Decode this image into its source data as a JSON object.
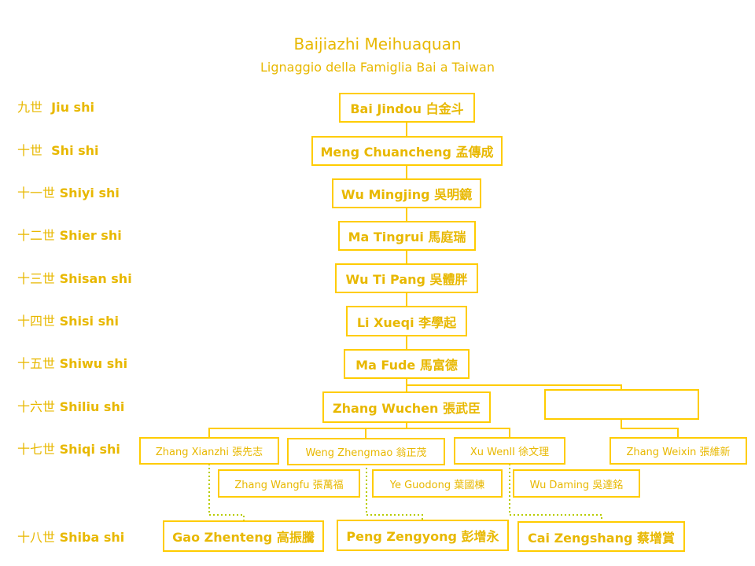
{
  "title": "Baijiazhi Meihuaquan",
  "subtitle": "Lignaggio della Famiglia Bai a Taiwan",
  "colors": {
    "line": "#ffcc00",
    "text": "#e8b800"
  },
  "generations": [
    {
      "zh": "九世",
      "en": "Jiu shi"
    },
    {
      "zh": "十世",
      "en": "Shi shi"
    },
    {
      "zh": "十一世",
      "en": "Shiyi shi"
    },
    {
      "zh": "十二世",
      "en": "Shier shi"
    },
    {
      "zh": "十三世",
      "en": "Shisan shi"
    },
    {
      "zh": "十四世",
      "en": "Shisi shi"
    },
    {
      "zh": "十五世",
      "en": "Shiwu shi"
    },
    {
      "zh": "十六世",
      "en": "Shiliu shi"
    },
    {
      "zh": "十七世",
      "en": "Shiqi shi"
    },
    {
      "zh": "十八世",
      "en": "Shiba shi"
    }
  ],
  "nodes": {
    "bai_jindou": "Bai Jindou 白金斗",
    "meng_chuancheng": "Meng Chuancheng 孟傳成",
    "wu_mingjing": "Wu Mingjing 吳明鏡",
    "ma_tingrui": "Ma Tingrui 馬庭瑞",
    "wu_ti_pang": "Wu Ti Pang 吳體胖",
    "li_xueqi": "Li Xueqi 李學起",
    "ma_fude": "Ma Fude 馬富德",
    "zhang_wuchen": "Zhang Wuchen 張武臣",
    "blank": "",
    "zhang_xianzhi": "Zhang Xianzhi 張先志",
    "weng_zhengmao": "Weng Zhengmao 翁正茂",
    "xu_wenli": "Xu WenlI 徐文理",
    "zhang_weixin": "Zhang Weixin 張維新",
    "zhang_wangfu": "Zhang Wangfu 張萬福",
    "ye_guodong": "Ye Guodong 葉國棟",
    "wu_daming": "Wu Daming 吳達銘",
    "gao_zhenteng": "Gao Zhenteng 高振騰",
    "peng_zengyong": "Peng Zengyong 彭增永",
    "cai_zengshang": "Cai Zengshang 蔡增賞"
  }
}
